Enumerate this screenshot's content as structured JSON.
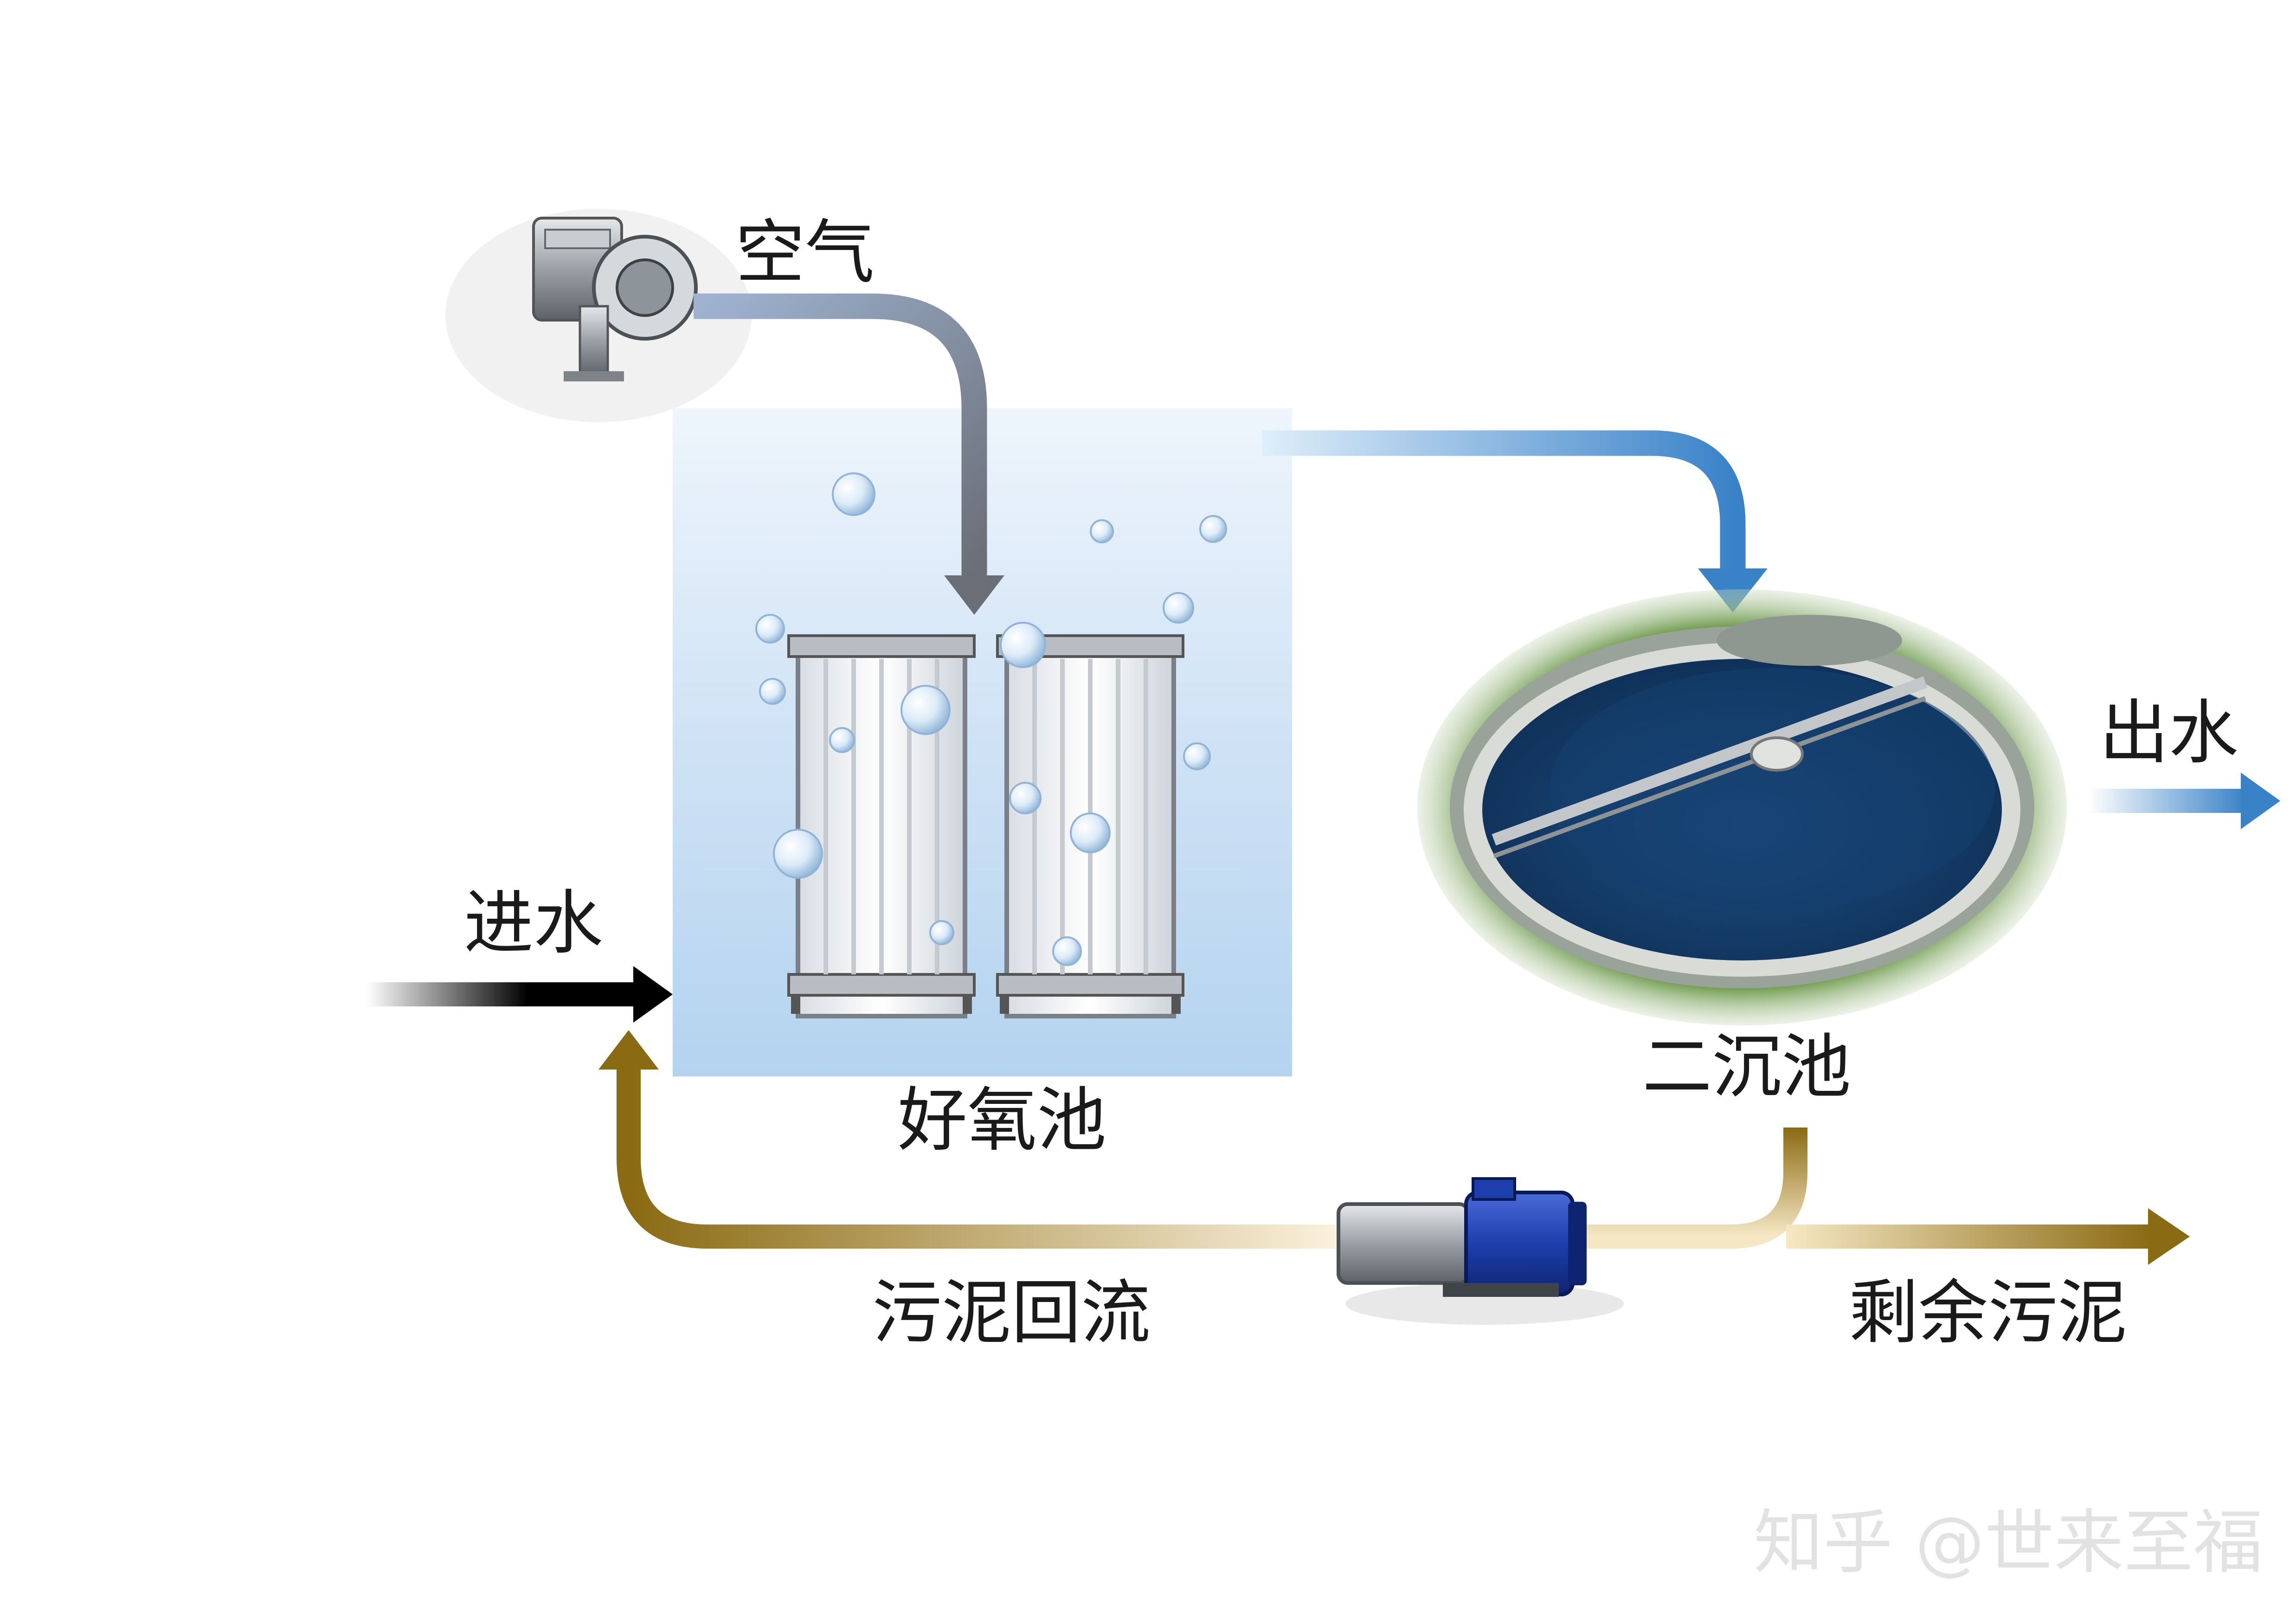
{
  "labels": {
    "air": "空气",
    "inflow": "进水",
    "aerobic_tank": "好氧池",
    "secondary_clarifier": "二沉池",
    "outflow": "出水",
    "sludge_return": "污泥回流",
    "excess_sludge": "剩余污泥"
  },
  "watermark": "知乎 @世来至福",
  "colors": {
    "background": "#ffffff",
    "tank_water": "#b8d6f0",
    "air_arrow": "#6e7f96",
    "water_arrow": "#3a82c8",
    "inflow_arrow": "#000000",
    "sludge_arrow": "#8a6a12",
    "clarifier_water": "#123a68",
    "pump_motor": "#1d3fae"
  },
  "icons": [
    "blower-icon",
    "membrane-module-icon",
    "bubble-icon",
    "clarifier-icon",
    "pump-icon"
  ]
}
